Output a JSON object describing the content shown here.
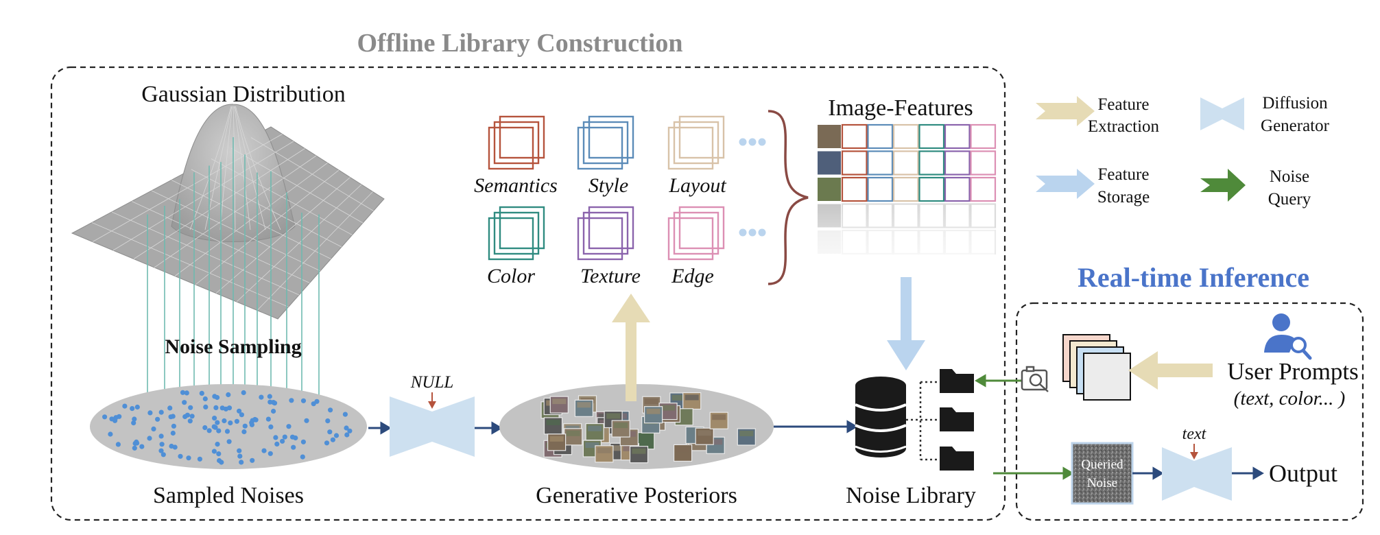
{
  "offline": {
    "title": "Offline Library Construction",
    "gaussian_title": "Gaussian Distribution",
    "noise_sampling": "Noise Sampling",
    "sampled_noises": "Sampled Noises",
    "null_label": "NULL",
    "generative_posteriors": "Generative Posteriors",
    "image_features_title": "Image-Features",
    "noise_library": "Noise Library",
    "features": [
      "Semantics",
      "Style",
      "Layout",
      "Color",
      "Texture",
      "Edge"
    ],
    "feature_colors": [
      "#b5533c",
      "#5b8bb8",
      "#d8c2a8",
      "#2f8b80",
      "#8a63ac",
      "#dc8fb3"
    ]
  },
  "realtime": {
    "title": "Real-time Inference",
    "user_prompts": "User Prompts",
    "user_prompts_sub": "(text, color... )",
    "queried_noise_line1": "Queried",
    "queried_noise_line2": "Noise",
    "text_label": "text",
    "output": "Output"
  },
  "legend": {
    "feature_extraction_1": "Feature",
    "feature_extraction_2": "Extraction",
    "diffusion_generator_1": "Diffusion",
    "diffusion_generator_2": "Generator",
    "feature_storage_1": "Feature",
    "feature_storage_2": "Storage",
    "noise_query_1": "Noise",
    "noise_query_2": "Query"
  },
  "colors": {
    "title_gray": "#8a8a8a",
    "realtime_blue": "#4a74c9",
    "arrow_navy": "#2c4a7c",
    "query_green": "#4f8a3a",
    "extract_beige": "#e6dbb5",
    "storage_blue": "#bad4ee",
    "generator_blue": "#cde0f0"
  }
}
